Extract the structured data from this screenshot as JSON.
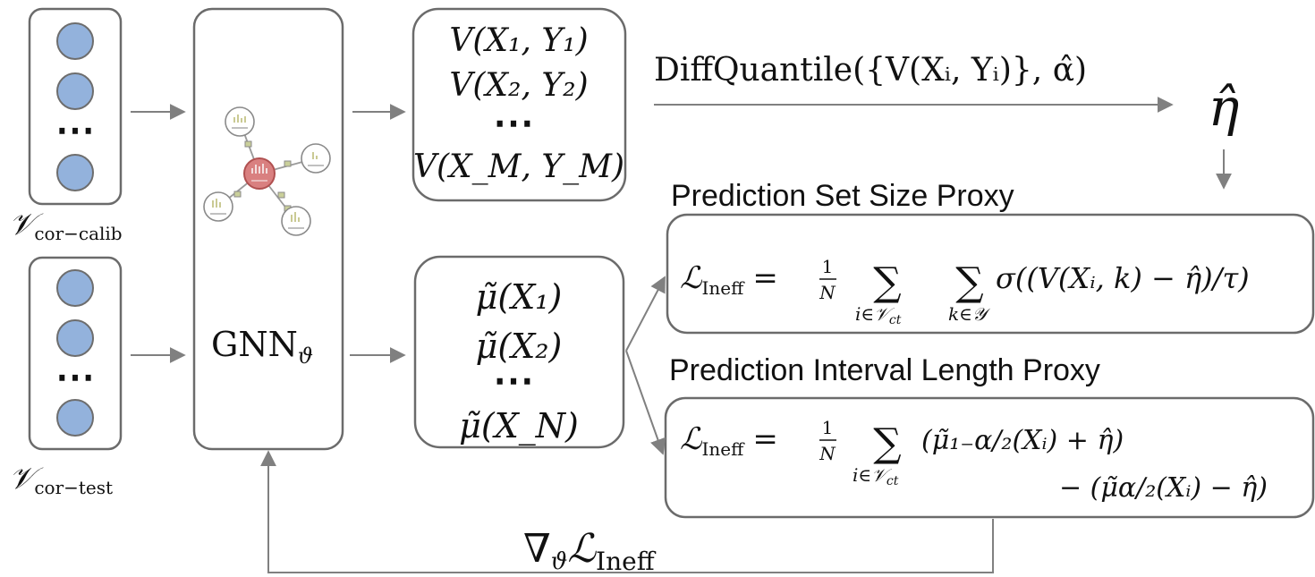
{
  "colors": {
    "box_stroke": "#6b6b6b",
    "arrow": "#808080",
    "node_fill": "#93b2dc",
    "node_stroke": "#6d6d6d",
    "gnn_center_fill": "#d98080",
    "gnn_center_stroke": "#b05050",
    "gnn_leaf_stroke": "#8a8a8a",
    "gnn_edge_marker": "#c9cf9a"
  },
  "calib_group": {
    "label_main": "𝒱",
    "label_sub": "cor−calib",
    "ellipsis": "⋯"
  },
  "test_group": {
    "label_main": "𝒱",
    "label_sub": "cor−test",
    "ellipsis": "⋯"
  },
  "gnn": {
    "label_main": "GNN",
    "label_sub": "ϑ",
    "icon": "graph-network-icon"
  },
  "scores_box": {
    "line1": "V(X₁, Y₁)",
    "line2": "V(X₂, Y₂)",
    "ellipsis": "⋯",
    "line3": "V(X_M, Y_M)"
  },
  "preds_box": {
    "line1": "μ̃(X₁)",
    "line2": "μ̃(X₂)",
    "ellipsis": "⋯",
    "line3": "μ̃(X_N)"
  },
  "quantile_label": "DiffQuantile({V(Xᵢ, Yᵢ)}, α̂)",
  "eta_hat": "η̂",
  "set_size": {
    "title": "Prediction Set Size Proxy",
    "loss_name": "ℒ",
    "loss_sub": "Ineff",
    "eq": "=",
    "frac_num": "1",
    "frac_den": "N",
    "sum1": "∑",
    "sum1_sub": "i∈𝒱",
    "sum1_sub2": "ct",
    "sum2": "∑",
    "sum2_sub": "k∈𝒴",
    "body": "σ((V(Xᵢ, k) − η̂)/τ)"
  },
  "interval": {
    "title": "Prediction Interval Length Proxy",
    "loss_name": "ℒ",
    "loss_sub": "Ineff",
    "eq": "=",
    "frac_num": "1",
    "frac_den": "N",
    "sum1": "∑",
    "sum1_sub": "i∈𝒱",
    "sum1_sub2": "ct",
    "line1": "(μ̃₁₋α/₂(Xᵢ) + η̂)",
    "line2": "− (μ̃α/₂(Xᵢ) − η̂)"
  },
  "gradient": {
    "nabla": "∇",
    "nabla_sub": "ϑ",
    "loss_name": "ℒ",
    "loss_sub": "Ineff"
  }
}
